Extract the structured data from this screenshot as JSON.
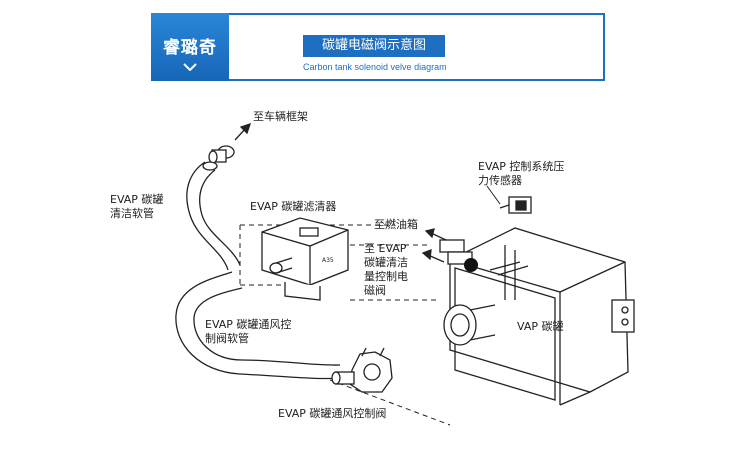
{
  "header": {
    "logo_text": "睿璐奇",
    "title": "碳罐电磁阀示意图",
    "subtitle": "Carbon tank solenoid velve diagram"
  },
  "labels": {
    "to_frame": "至车辆框架",
    "evap_clean_hose": "EVAP 碳罐\n清洁软管",
    "evap_filter": "EVAP 碳罐滤清器",
    "pressure_sensor": "EVAP 控制系统压\n力传感器",
    "to_fuel_tank": "至燃油箱",
    "to_purge_valve": "至 EVAP\n碳罐清洁\n量控制电\n磁阀",
    "vent_hose": "EVAP 碳罐通风控\n制阀软管",
    "canister": "VAP 碳罐",
    "vent_valve": "EVAP 碳罐通风控制阀"
  },
  "colors": {
    "brand_blue": "#1e6fc1",
    "line": "#222222"
  }
}
